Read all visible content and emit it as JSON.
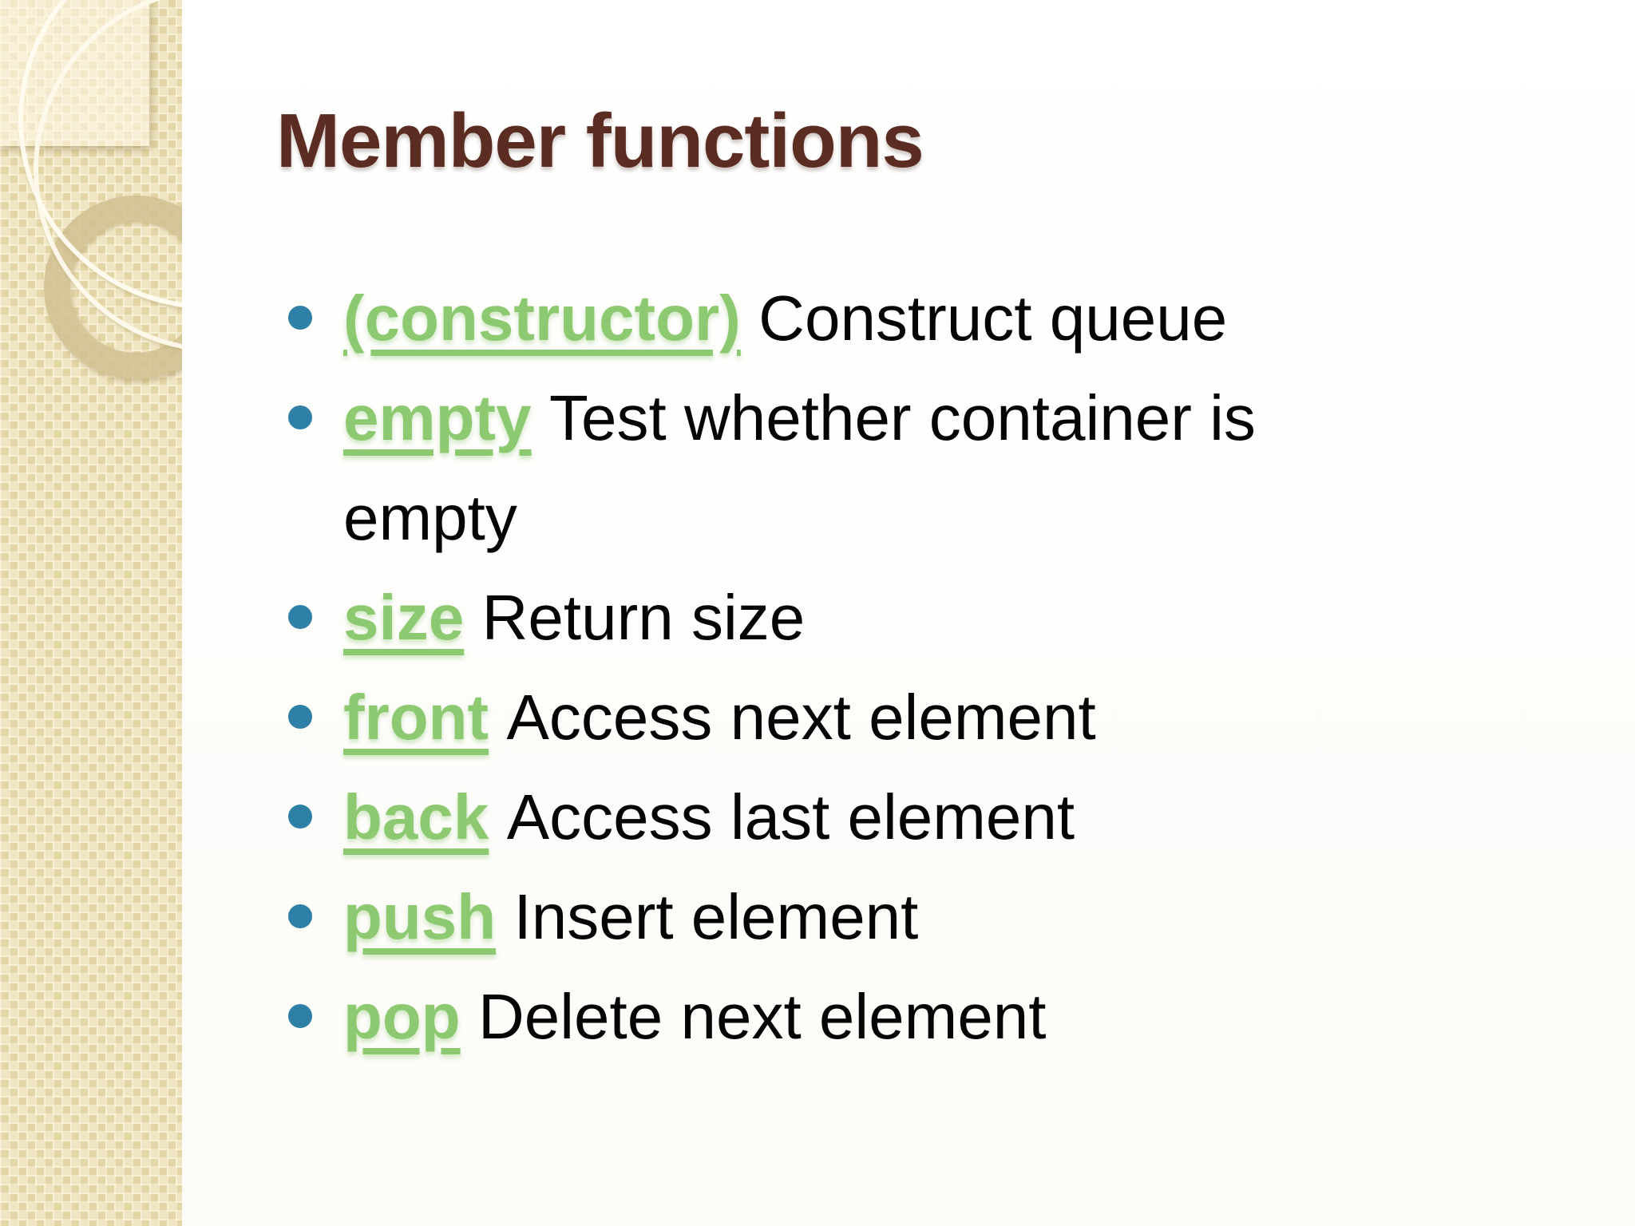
{
  "slide": {
    "title": "Member functions",
    "bullets": [
      {
        "term": "(constructor)",
        "description": "Construct queue"
      },
      {
        "term": "empty",
        "description": "Test whether container is empty"
      },
      {
        "term": "size",
        "description": "Return size"
      },
      {
        "term": "front",
        "description": "Access next element"
      },
      {
        "term": "back",
        "description": "Access last element"
      },
      {
        "term": "push",
        "description": "Insert element"
      },
      {
        "term": "pop",
        "description": "Delete next element"
      }
    ],
    "colors": {
      "title_brown": "#5b2d22",
      "link_green": "#8dc971",
      "bullet_teal": "#2f80a6",
      "body_text": "#050505",
      "sidebar_base": "#ecdfb4"
    }
  }
}
